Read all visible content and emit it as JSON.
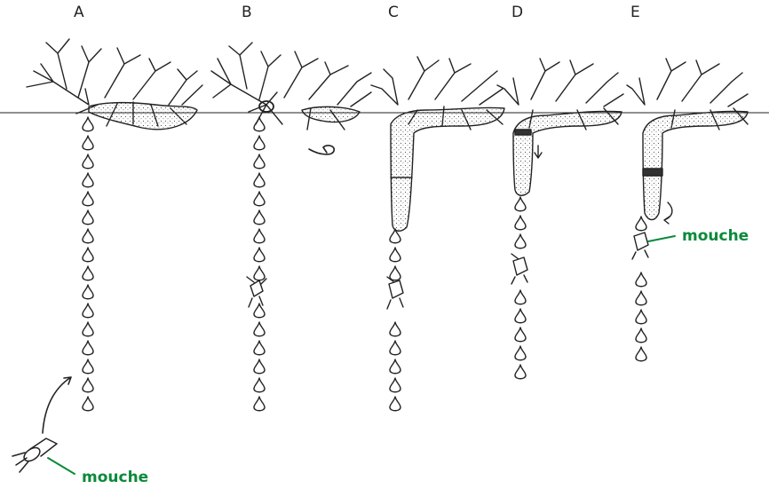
{
  "panels": [
    {
      "id": "A",
      "label": "A"
    },
    {
      "id": "B",
      "label": "B"
    },
    {
      "id": "C",
      "label": "C"
    },
    {
      "id": "D",
      "label": "D"
    },
    {
      "id": "E",
      "label": "E"
    }
  ],
  "annotations": {
    "mouche_E": "mouche",
    "mouche_A": "mouche"
  },
  "colors": {
    "ink": "#222222",
    "annotation": "#0a8a3a",
    "stipple": "#555555"
  },
  "icons": [
    "fly-icon",
    "curved-arrow-icon",
    "down-arrow-icon"
  ]
}
